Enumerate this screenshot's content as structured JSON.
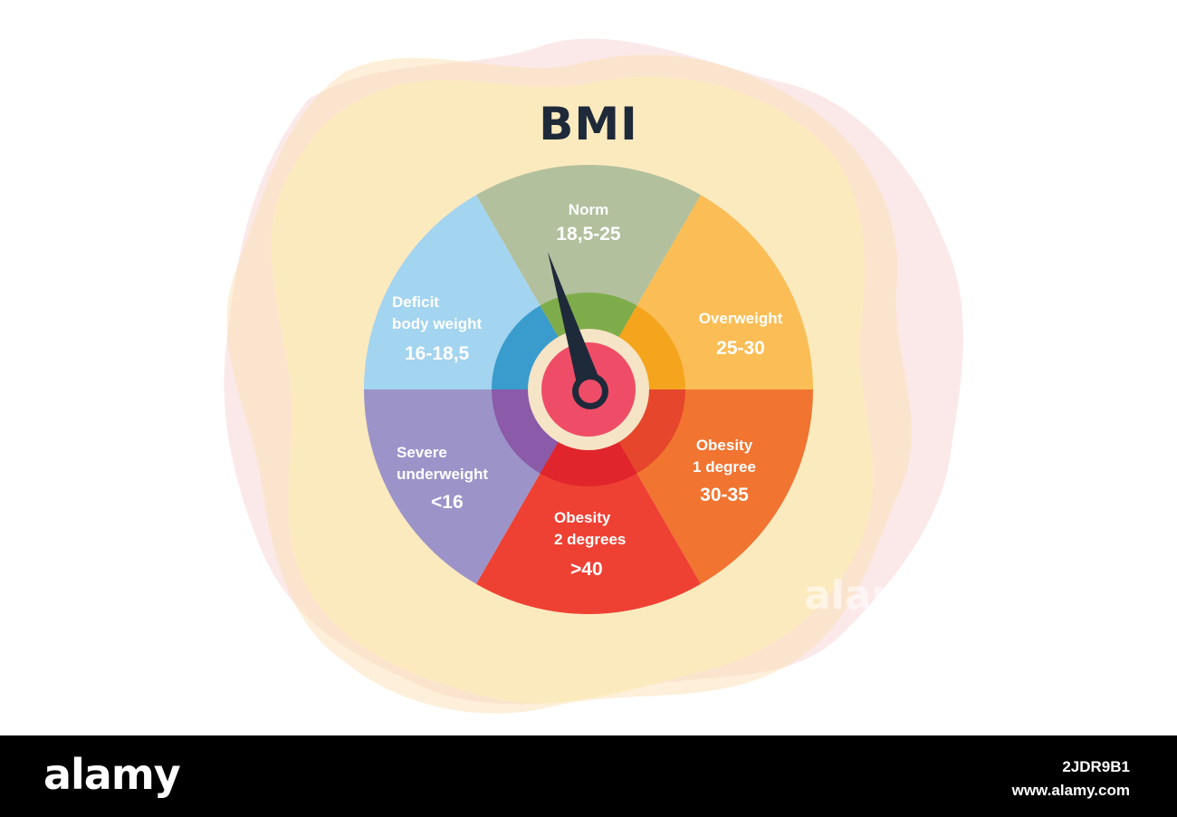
{
  "title": "BMI",
  "colors": {
    "title": "#1e2a3a",
    "needle": "#1e2a3a",
    "hub_ring": "#f5e4c6",
    "hub_center": "#ef4d67"
  },
  "segments": [
    {
      "key": "norm",
      "name": "Norm",
      "range": "18,5-25",
      "outer": "#b2c09d",
      "inner": "#7fac4b"
    },
    {
      "key": "overweight",
      "name": "Overweight",
      "range": "25-30",
      "outer": "#fbbd55",
      "inner": "#f5a51d"
    },
    {
      "key": "obesity1",
      "name": "Obesity\n1 degree",
      "range": "30-35",
      "outer": "#f17431",
      "inner": "#e6462c"
    },
    {
      "key": "obesity2",
      "name": "Obesity\n2 degrees",
      "range": ">40",
      "outer": "#ee4134",
      "inner": "#e0252c"
    },
    {
      "key": "severe",
      "name": "Severe\nunderweight",
      "range": "<16",
      "outer": "#9c94c9",
      "inner": "#8b5aa9"
    },
    {
      "key": "deficit",
      "name": "Deficit\nbody weight",
      "range": "16-18,5",
      "outer": "#a3d4f0",
      "inner": "#3a9ccd"
    }
  ],
  "watermark": "alamy",
  "footer": {
    "brand": "alamy",
    "image_id": "2JDR9B1",
    "url": "www.alamy.com"
  }
}
